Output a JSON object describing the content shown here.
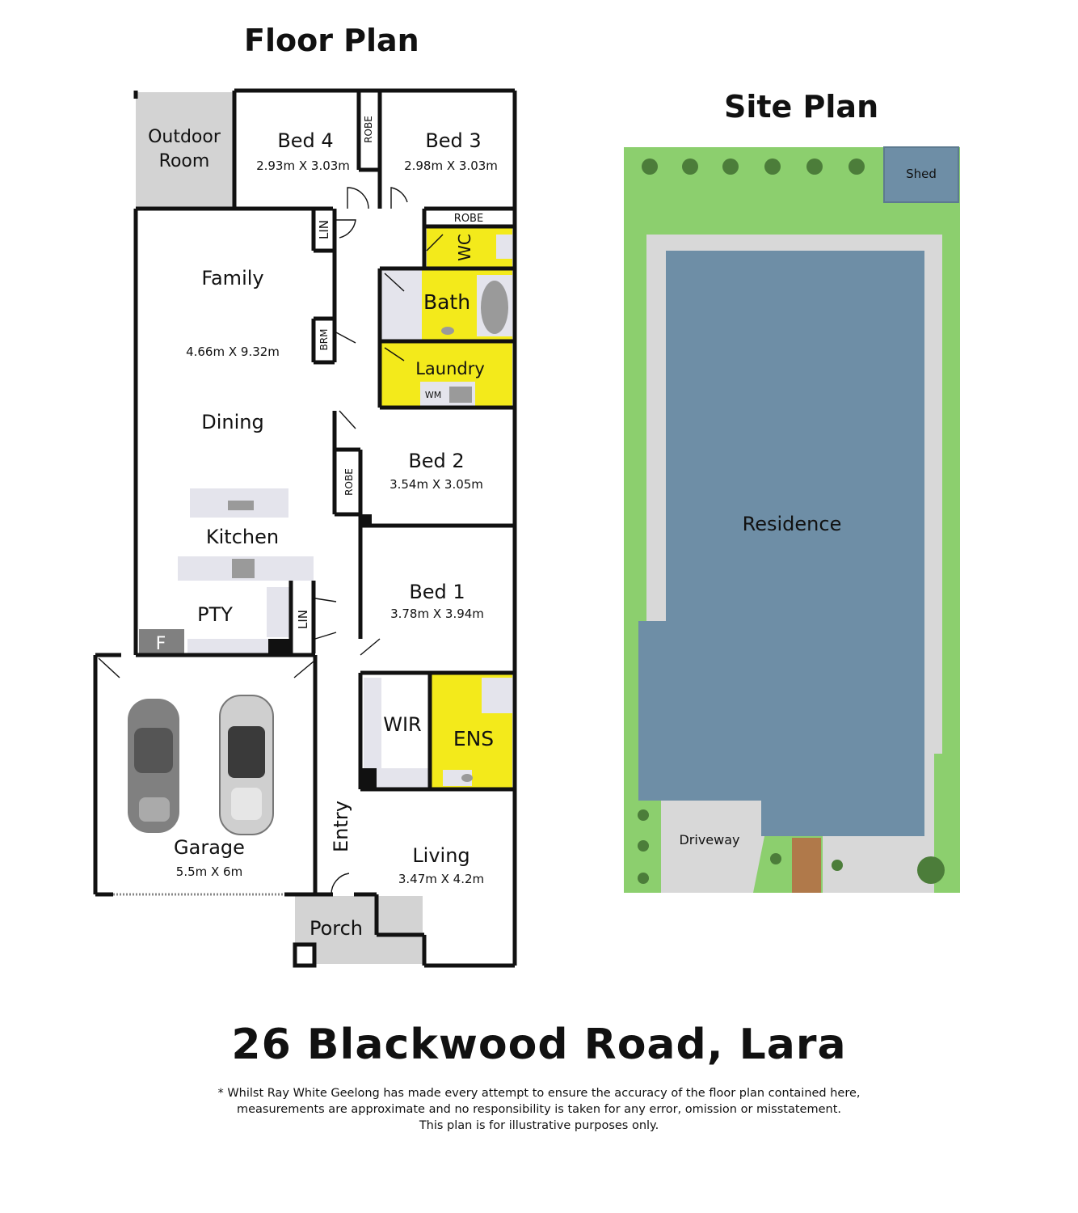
{
  "titles": {
    "floor_plan": "Floor Plan",
    "site_plan": "Site Plan"
  },
  "rooms": {
    "outdoor_room": [
      "Outdoor",
      "Room"
    ],
    "bed4": {
      "name": "Bed 4",
      "size": "2.93m X 3.03m"
    },
    "bed3": {
      "name": "Bed 3",
      "size": "2.98m X 3.03m"
    },
    "robe_bed4": "ROBE",
    "robe_bed3": "ROBE",
    "lin_top": "LIN",
    "wc": "WC",
    "bath": "Bath",
    "family": "Family",
    "family_size": "4.66m X 9.32m",
    "brm": "BRM",
    "laundry": "Laundry",
    "wm": "WM",
    "dining": "Dining",
    "bed2": {
      "name": "Bed 2",
      "size": "3.54m X 3.05m"
    },
    "robe_bed2": "ROBE",
    "kitchen": "Kitchen",
    "pty": "PTY",
    "lin_lower": "LIN",
    "fridge": "F",
    "bed1": {
      "name": "Bed 1",
      "size": "3.78m X 3.94m"
    },
    "wir": "WIR",
    "ens": "ENS",
    "garage": {
      "name": "Garage",
      "size": "5.5m X 6m"
    },
    "entry": "Entry",
    "living": {
      "name": "Living",
      "size": "3.47m X 4.2m"
    },
    "porch": "Porch"
  },
  "site": {
    "shed": "Shed",
    "residence": "Residence",
    "driveway": "Driveway"
  },
  "colors": {
    "wet_area": "#f3ea1b",
    "wall": "#111111",
    "fixture": "#e4e4ec",
    "outdoor": "#d3d3d3",
    "lawn": "#8ccf6e",
    "path": "#d8d8d8",
    "residence": "#6e8ea6"
  },
  "address": "26 Blackwood Road, Lara",
  "disclaimer": [
    "* Whilst Ray White Geelong has made every attempt to ensure the accuracy of the floor plan contained here,",
    "measurements are approximate and no responsibility is taken for any error, omission or misstatement.",
    "This plan is for illustrative purposes only."
  ]
}
